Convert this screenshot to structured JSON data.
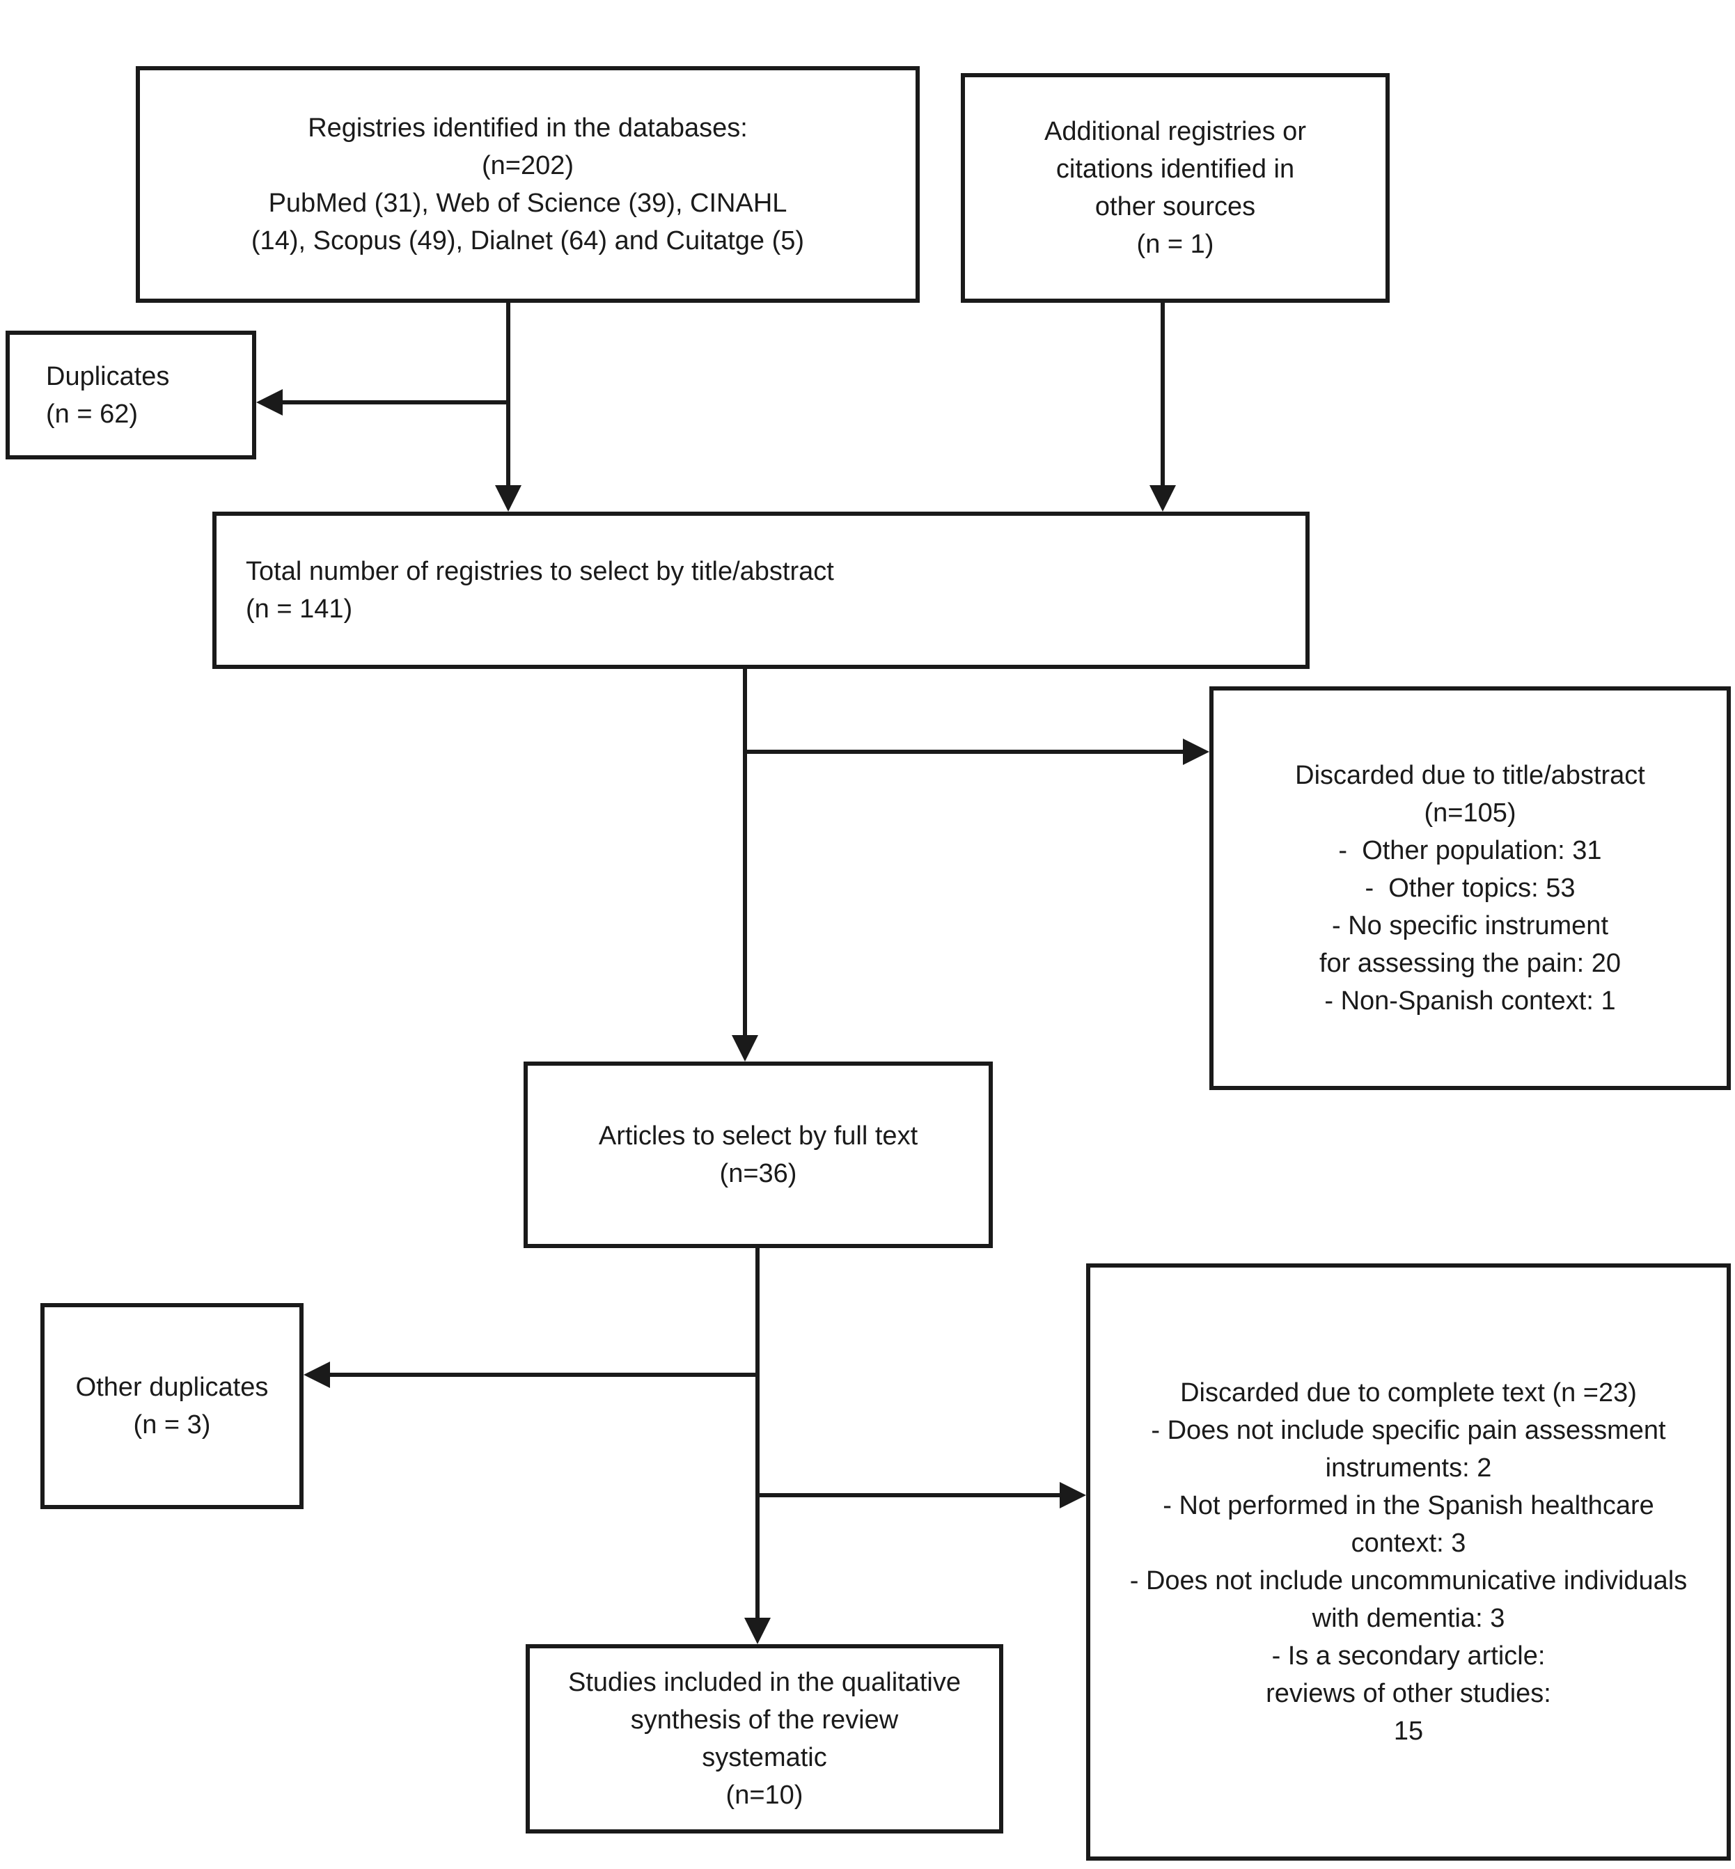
{
  "diagram": {
    "title": "Study selection flow diagram",
    "colors": {
      "ink": "#1a1a1a",
      "paper": "#ffffff"
    },
    "boxes": {
      "identified": {
        "lines": [
          "Registries identified in the databases:",
          "(n=202)",
          "PubMed (31), Web of Science (39), CINAHL",
          "(14), Scopus (49), Dialnet (64) and Cuitatge (5)"
        ]
      },
      "additional": {
        "lines": [
          "Additional registries or",
          "citations identified in",
          "other sources",
          "(n = 1)"
        ]
      },
      "duplicates": {
        "lines": [
          "Duplicates",
          "(n = 62)"
        ]
      },
      "total": {
        "lines": [
          "Total number of registries to select by title/abstract",
          "(n = 141)"
        ]
      },
      "discarded_title": {
        "lines": [
          "Discarded due to title/abstract",
          "(n=105)",
          "-  Other population: 31",
          "-  Other topics: 53",
          "- No specific instrument",
          "for assessing the pain: 20",
          "- Non-Spanish context: 1"
        ]
      },
      "fulltext": {
        "lines": [
          "Articles to select by full text",
          "(n=36)"
        ]
      },
      "other_duplicates": {
        "lines": [
          "Other duplicates",
          "(n = 3)"
        ]
      },
      "discarded_fulltext": {
        "lines": [
          "Discarded due to complete text (n =23)",
          "- Does not include specific pain assessment",
          "instruments: 2",
          "- Not performed in the Spanish healthcare",
          "context: 3",
          "- Does not include uncommunicative individuals",
          "with dementia: 3",
          "- Is a secondary article:",
          "reviews of other studies:",
          "15"
        ]
      },
      "included": {
        "lines": [
          "Studies included in the qualitative",
          "synthesis of the review",
          "systematic",
          "(n=10)"
        ]
      }
    },
    "edges": [
      {
        "from": "identified",
        "to": "total"
      },
      {
        "from": "additional",
        "to": "total"
      },
      {
        "from": "identified",
        "to": "duplicates"
      },
      {
        "from": "total",
        "to": "fulltext"
      },
      {
        "from": "total",
        "to": "discarded_title"
      },
      {
        "from": "fulltext",
        "to": "other_duplicates"
      },
      {
        "from": "fulltext",
        "to": "discarded_fulltext"
      },
      {
        "from": "fulltext",
        "to": "included"
      }
    ]
  }
}
